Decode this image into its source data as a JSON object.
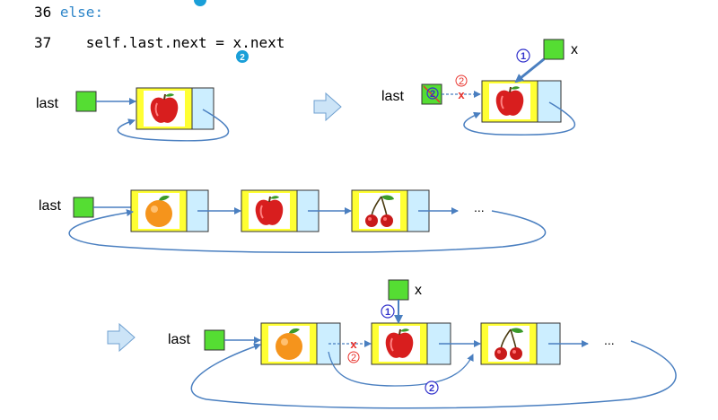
{
  "code": {
    "line36_number": "36",
    "line36_code": "else:",
    "line37_number": "37",
    "line37_code": "    self.last.next = x.next"
  },
  "labels": {
    "last": "last",
    "x": "x",
    "ellipsis": "...",
    "x_mark": "x",
    "step1": "1",
    "step2": "2"
  },
  "colors": {
    "pointer_box": "#55dd33",
    "node_item_bg": "#ffff33",
    "node_next_bg": "#cceeff",
    "arrow": "#4a7fc0",
    "step_blue": "#3333cc",
    "step_red": "#e8322c",
    "badge": "#1a9fd8"
  },
  "diagram": {
    "case_single_before": [
      "apple"
    ],
    "case_single_after": [
      "apple"
    ],
    "case_multi_before": [
      "orange",
      "apple",
      "cherry"
    ],
    "case_multi_after": [
      "orange",
      "apple",
      "cherry"
    ]
  }
}
